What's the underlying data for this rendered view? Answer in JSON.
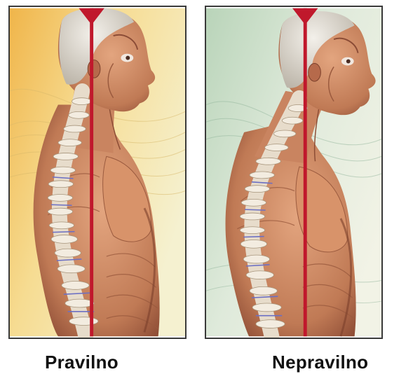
{
  "captions": {
    "correct": "Pravilno",
    "incorrect": "Nepravilno"
  },
  "colors": {
    "plumb_line": "#c0182c",
    "muscle": "#c9845f",
    "muscle_dark": "#8a4a33",
    "bone": "#ede4d6",
    "skull": "#dcd6cc",
    "disc": "#6b6fc4",
    "bg_left_warm": "#f3c56a",
    "bg_left_light": "#f4efc8",
    "bg_right_green": "#cfe3cc",
    "bg_right_light": "#f1f3e6"
  },
  "icons": {
    "plumb_marker": "downward-triangle"
  }
}
